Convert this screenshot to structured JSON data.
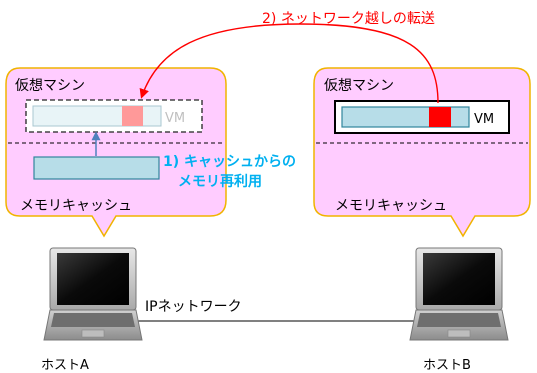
{
  "transfer_label": "2) ネットワーク越しの転送",
  "reuse_label": {
    "line1": "1) キャッシュからの",
    "line2": "メモリ再利用"
  },
  "network_label": "IPネットワーク",
  "hosts": [
    {
      "name": "ホストA",
      "vm_title": "仮想マシン",
      "vm_tag": "VM",
      "cache_label": "メモリキャッシュ"
    },
    {
      "name": "ホストB",
      "vm_title": "仮想マシン",
      "vm_tag": "VM",
      "cache_label": "メモリキャッシュ"
    }
  ],
  "colors": {
    "bubble_fill": "#ffccff",
    "bubble_stroke": "#f0b400",
    "memory_bar": "#b7dde8",
    "memory_bar_stroke": "#31859c",
    "page_active": "#ff0000",
    "page_ghost": "#ff9999",
    "transfer_arrow": "#ff0000",
    "reuse_text": "#00b0f0",
    "reuse_arrow": "#4f81bd"
  }
}
